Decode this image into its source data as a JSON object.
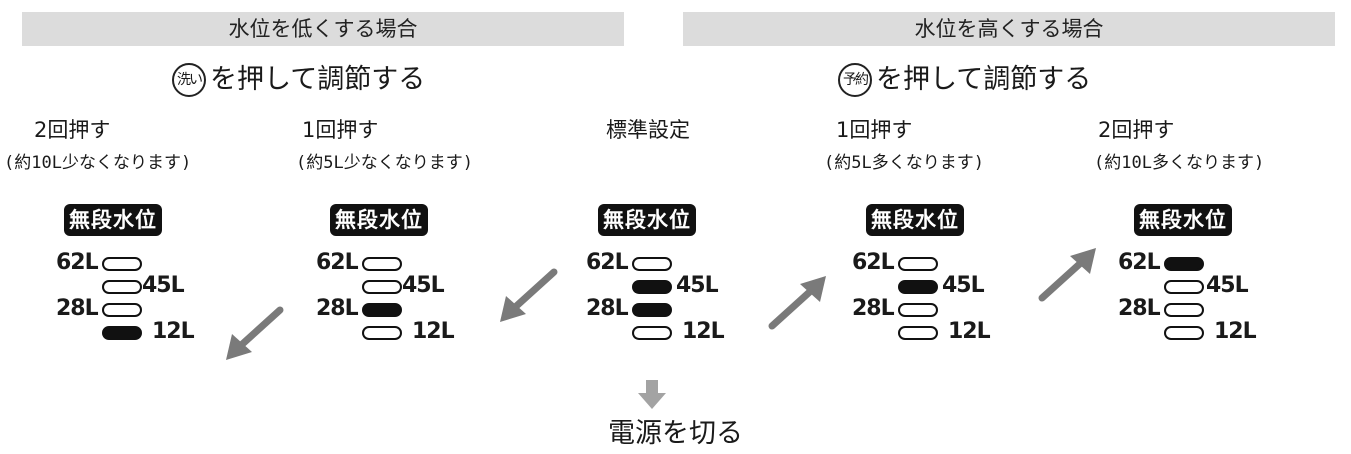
{
  "left": {
    "banner": "水位を低くする場合",
    "button_symbol": "洗い",
    "instruction": "を押して調節する"
  },
  "right": {
    "banner": "水位を高くする場合",
    "button_symbol": "予約",
    "instruction": "を押して調節する"
  },
  "panels": [
    {
      "step": "2回押す",
      "note": "(約10L少なくなります)",
      "title": "無段水位",
      "active_level": "12L"
    },
    {
      "step": "1回押す",
      "note": "(約5L少なくなります)",
      "title": "無段水位",
      "active_level": "28L"
    },
    {
      "step": "標準設定",
      "note": "",
      "title": "無段水位",
      "active_levels": [
        "45L",
        "28L"
      ]
    },
    {
      "step": "1回押す",
      "note": "(約5L多くなります)",
      "title": "無段水位",
      "active_level": "45L"
    },
    {
      "step": "2回押す",
      "note": "(約10L多くなります)",
      "title": "無段水位",
      "active_level": "62L"
    }
  ],
  "levels": [
    "62L",
    "45L",
    "28L",
    "12L"
  ],
  "power_off": "電源を切る",
  "colors": {
    "banner": "#dcdcdc",
    "ink": "#111111",
    "arrow": "#7a7a7a",
    "down_arrow": "#a3a3a3"
  }
}
